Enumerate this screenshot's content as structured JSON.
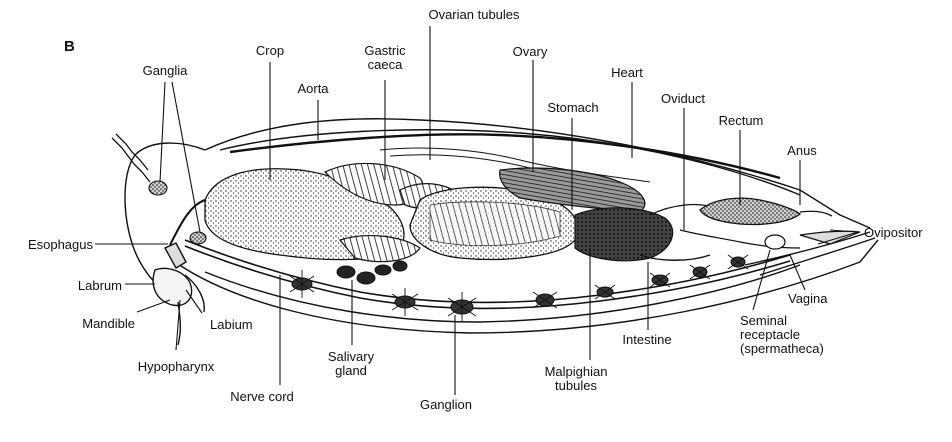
{
  "figure": {
    "panel_letter": "B"
  },
  "labels": {
    "ovarian_tubules": "Ovarian tubules",
    "ganglia": "Ganglia",
    "crop": "Crop",
    "gastric_caeca_1": "Gastric",
    "gastric_caeca_2": "caeca",
    "ovary": "Ovary",
    "aorta": "Aorta",
    "heart": "Heart",
    "stomach": "Stomach",
    "oviduct": "Oviduct",
    "rectum": "Rectum",
    "anus": "Anus",
    "ovipositor": "Ovipositor",
    "esophagus": "Esophagus",
    "labrum": "Labrum",
    "mandible": "Mandible",
    "labium": "Labium",
    "hypopharynx": "Hypopharynx",
    "nerve_cord": "Nerve cord",
    "salivary_gland_1": "Salivary",
    "salivary_gland_2": "gland",
    "ganglion": "Ganglion",
    "malpighian_1": "Malpighian",
    "malpighian_2": "tubules",
    "intestine": "Intestine",
    "vagina": "Vagina",
    "seminal_1": "Seminal",
    "seminal_2": "receptacle",
    "seminal_3": "(spermatheca)"
  }
}
